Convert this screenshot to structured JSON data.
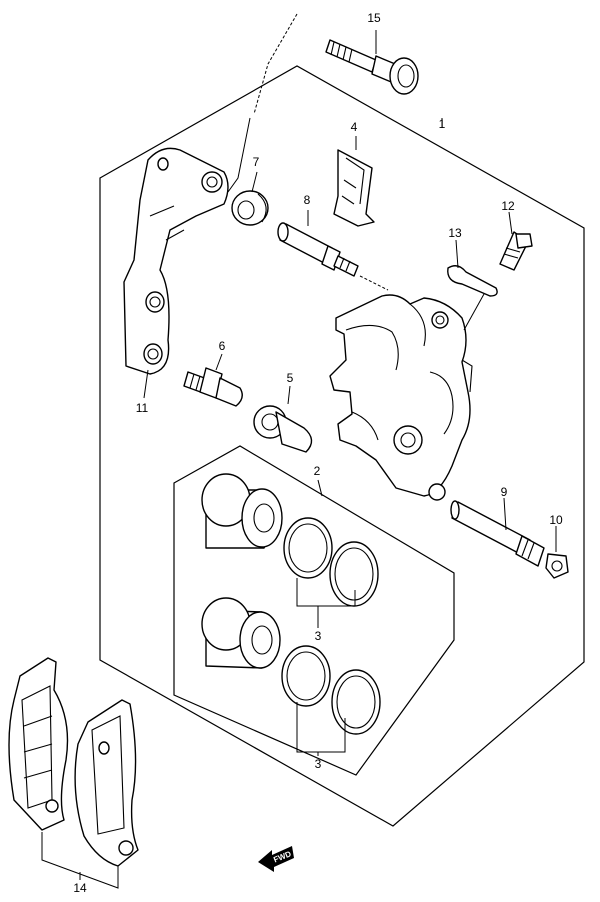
{
  "callouts": {
    "c1": "1",
    "c2": "2",
    "c3a": "3",
    "c3b": "3",
    "c4": "4",
    "c5": "5",
    "c6": "6",
    "c7": "7",
    "c8": "8",
    "c9": "9",
    "c10": "10",
    "c11": "11",
    "c12": "12",
    "c13": "13",
    "c14": "14",
    "c15": "15"
  },
  "fwd_arrow": {
    "text": "FWD"
  }
}
